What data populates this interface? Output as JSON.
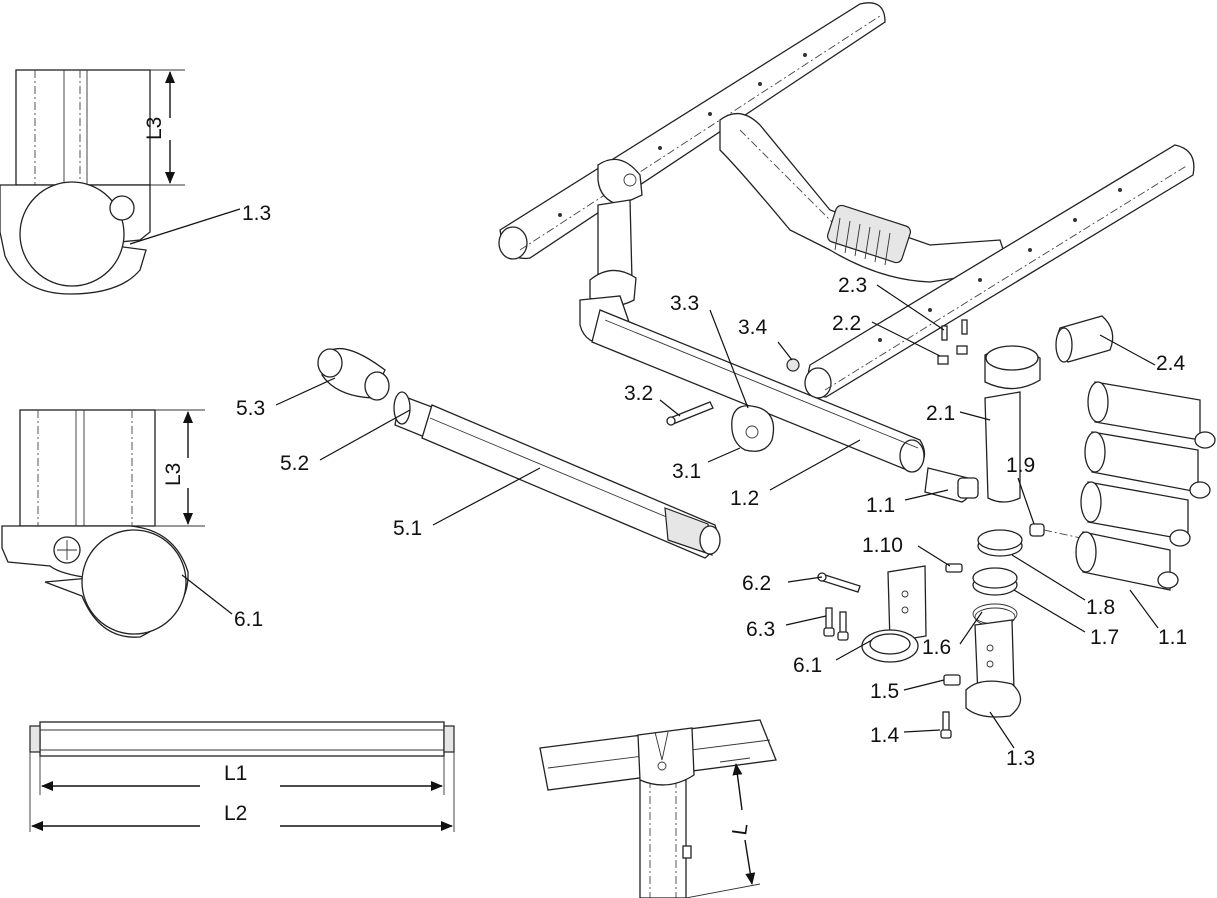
{
  "diagram": {
    "labels": {
      "p1_1a": "1.1",
      "p1_1b": "1.1",
      "p1_2": "1.2",
      "p1_3a": "1.3",
      "p1_3b": "1.3",
      "p1_4": "1.4",
      "p1_5": "1.5",
      "p1_6": "1.6",
      "p1_7": "1.7",
      "p1_8": "1.8",
      "p1_9": "1.9",
      "p1_10": "1.10",
      "p2_1": "2.1",
      "p2_2": "2.2",
      "p2_3": "2.3",
      "p2_4": "2.4",
      "p3_1": "3.1",
      "p3_2": "3.2",
      "p3_3": "3.3",
      "p3_4": "3.4",
      "p5_1": "5.1",
      "p5_2": "5.2",
      "p5_3": "5.3",
      "p6_1a": "6.1",
      "p6_1b": "6.1",
      "p6_2": "6.2",
      "p6_3": "6.3"
    },
    "dimensions": {
      "l3_top": "L3",
      "l3_mid": "L3",
      "l1": "L1",
      "l2": "L2",
      "l": "L"
    }
  }
}
